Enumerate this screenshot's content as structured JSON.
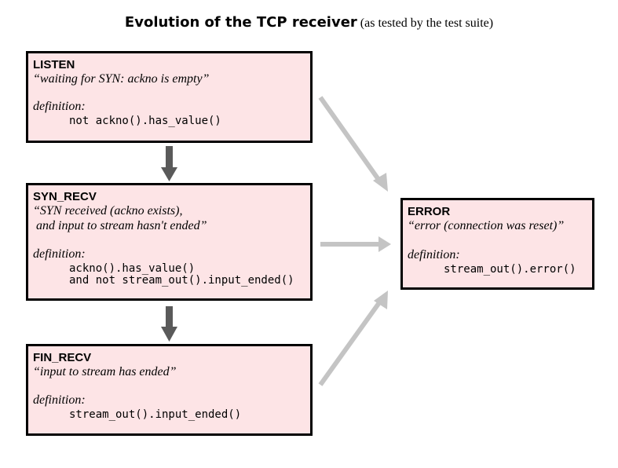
{
  "title": {
    "main": "Evolution of the TCP receiver",
    "sub": "(as tested by the test suite)"
  },
  "states": {
    "listen": {
      "name": "LISTEN",
      "quote": "“waiting for SYN: ackno is empty”",
      "def_label": "definition:",
      "def_code": "not ackno().has_value()"
    },
    "syn_recv": {
      "name": "SYN_RECV",
      "quote": "“SYN received (ackno exists),\n and input to stream hasn't ended”",
      "def_label": "definition:",
      "def_code": "ackno().has_value()\nand not stream_out().input_ended()"
    },
    "fin_recv": {
      "name": "FIN_RECV",
      "quote": "“input to stream has ended”",
      "def_label": "definition:",
      "def_code": "stream_out().input_ended()"
    },
    "error": {
      "name": "ERROR",
      "quote": "“error (connection was reset)”",
      "def_label": "definition:",
      "def_code": "stream_out().error()"
    }
  },
  "colors": {
    "box_fill": "#fde4e6",
    "box_border": "#000000",
    "arrow_dark": "#5a5a5a",
    "arrow_light": "#c4c4c4"
  }
}
